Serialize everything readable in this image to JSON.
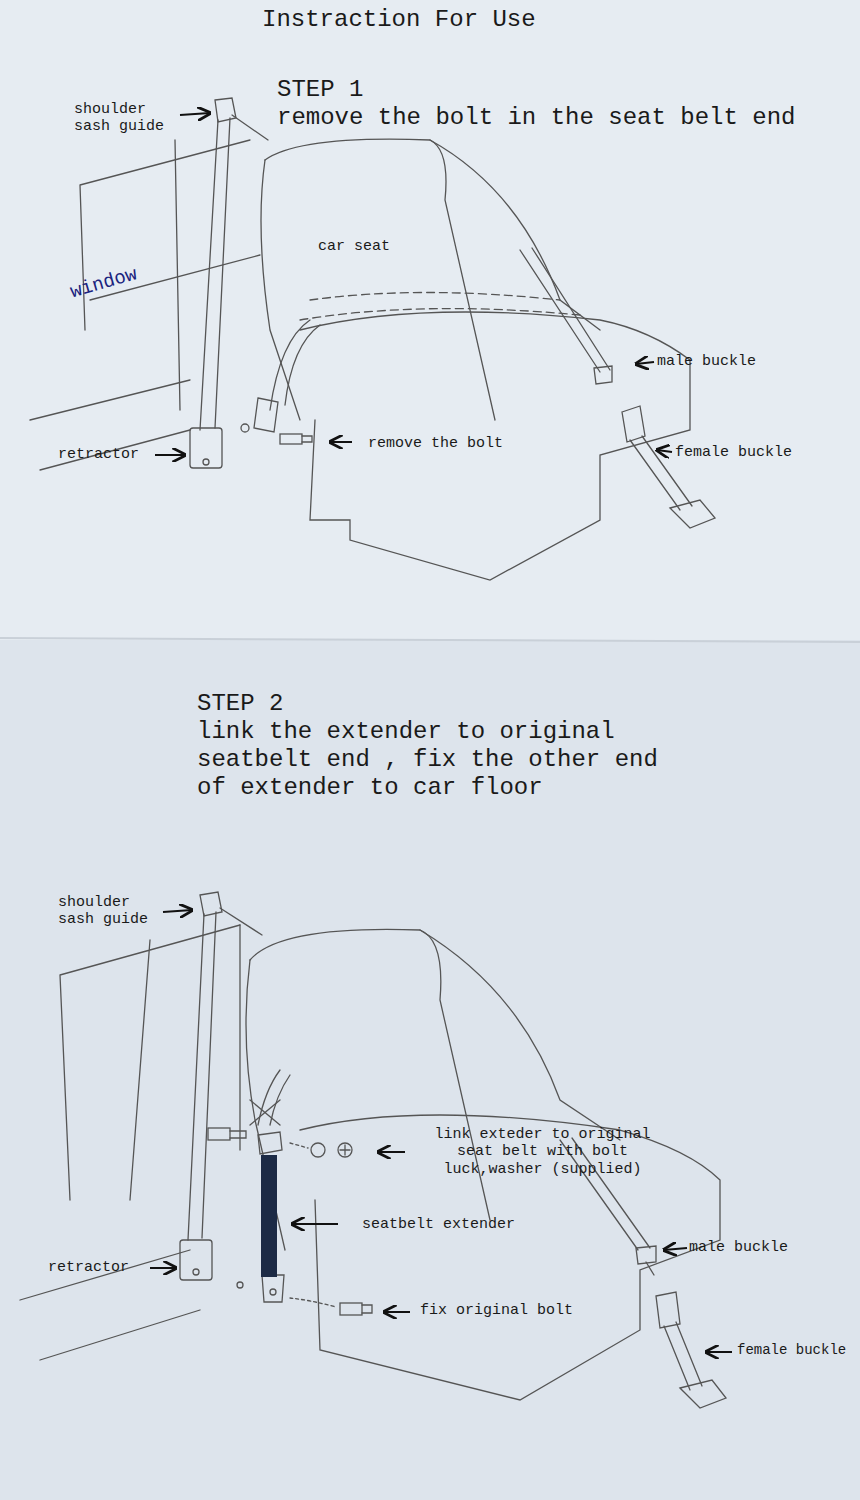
{
  "diagram": {
    "title": "Instraction For Use",
    "labels": [
      "STEP 1",
      "remove the bolt in the seat belt end",
      "shoulder sash guide",
      "car seat",
      "window",
      "male buckle",
      "retractor",
      "remove the bolt",
      "female buckle",
      "STEP 2",
      "link the extender to original seatbelt end , fix the other end of extender to car floor",
      "shoulder sash guide",
      "link exteder to original seat belt with bolt luck,washer (supplied)",
      "seatbelt extender",
      "male buckle",
      "retractor",
      "fix original bolt",
      "female buckle"
    ]
  }
}
